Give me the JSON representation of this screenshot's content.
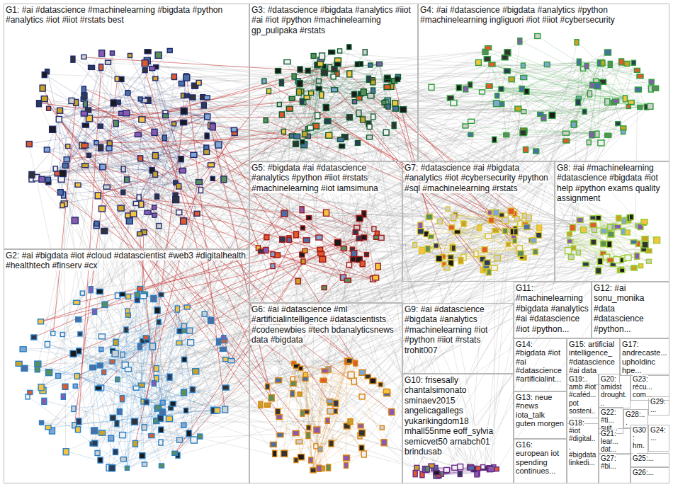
{
  "diagram": {
    "nodes": [
      {
        "text": [
          "G1: #ai #datascience #machinelearning #bigdata #python #analytics #iot #iiot #rstats best"
        ]
      },
      {
        "text": [
          "G3: #datascience #bigdata #analytics #iiot #ai #iot #python #machinelearning gp_pulipaka #rstats"
        ]
      },
      {
        "text": [
          "G4: #ai #datascience #bigdata #analytics #python #machinelearning ingliguori #iot #iiot #cybersecurity"
        ]
      },
      {
        "text": [
          "G2: #ai #bigdata #iot #cloud #datascientist #web3 #digitalhealth #healthtech #finserv #cx"
        ]
      },
      {
        "text": [
          "G5: #bigdata #ai #datascience #analytics #python #iiot #rstats #machinelearning #iot iamsimuna"
        ]
      },
      {
        "text": [
          "G7: #datascience #ai #bigdata #analytics #iot #cybersecurity #python #sql #machinelearning #rstats"
        ]
      },
      {
        "text": [
          "G8: #ai #machinelearning #datascience #bigdata #iot help #python exams quality assignment"
        ]
      },
      {
        "text": [
          "G6: #ai #datascience #ml #artificialintelligence #datascientists #codenewbies #tech bdanalyticsnews data #bigdata"
        ]
      },
      {
        "text": [
          "G9: #ai #datascience #bigdata #analytics #machinelearning #iot #python #iiot #rstats trohit007"
        ]
      },
      {
        "text": [
          "G10: frisesally chantalsimonato sminaev2015 angelicagallegs yukarikingdom18 mhall55nme eoff_sylvia semicvet50 arnabch01 brindusab"
        ]
      },
      {
        "text": [
          "G11: #machinelearning #bigdata #analytics #ai #datascience #iot #python..."
        ]
      },
      {
        "text": [
          "G12: #ai sonu_monika #data #datascience #python..."
        ]
      },
      {
        "text": [
          "G14: #bigdata #iot #ai #datascience #artificialint..."
        ]
      },
      {
        "text": [
          "G15: artificial intelligence_ #datascience #ai data #iot..."
        ]
      },
      {
        "text": [
          "G17: andrecaste... upholdinc hpe..."
        ]
      },
      {
        "text": [
          "G13: neue #news iota_talk guten morgen"
        ]
      },
      {
        "text": [
          "G16: european iot spending continues..."
        ]
      },
      {
        "text": [
          "G19: amb #iot #caféd... pot sosteni..."
        ]
      },
      {
        "text": [
          "G20: amidst drought..."
        ]
      },
      {
        "text": [
          "G23: récu... com..."
        ]
      },
      {
        "text": [
          "G29:..."
        ]
      },
      {
        "text": [
          "G22: #ti... suit..."
        ]
      },
      {
        "text": [
          "G28:..."
        ]
      },
      {
        "text": [
          "G18: #iot #digital... #bigdata linkedi..."
        ]
      },
      {
        "text": [
          "G21: lear... dat..."
        ]
      },
      {
        "text": [
          "G30: hm..."
        ]
      },
      {
        "text": [
          "G24:..."
        ]
      },
      {
        "text": [
          "G27: #bi..."
        ]
      },
      {
        "text": [
          "G25:..."
        ]
      },
      {
        "text": [
          "G26:..."
        ]
      }
    ]
  }
}
